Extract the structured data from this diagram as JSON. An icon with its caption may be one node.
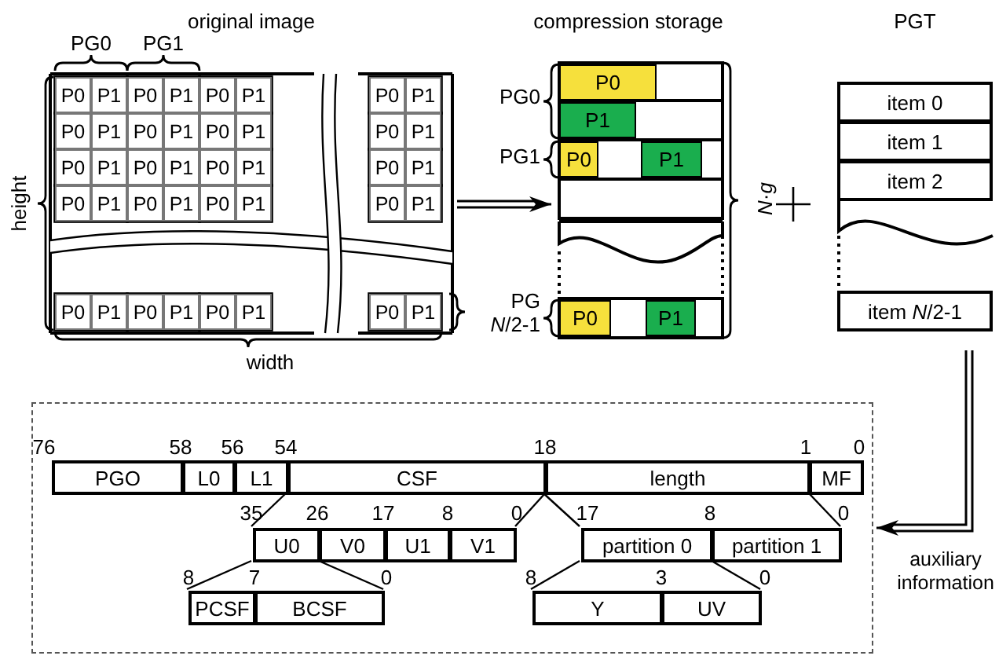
{
  "diagram": {
    "nodes": [
      {
        "text": [
          "original image"
        ]
      },
      {
        "text": [
          "compression storage"
        ]
      },
      {
        "text": [
          "P0"
        ],
        "in": 1
      },
      {
        "text": [
          "P1"
        ],
        "in": 1
      },
      {
        "text": [
          "P0"
        ],
        "in": 1
      },
      {
        "text": [
          "P1"
        ],
        "in": 1
      },
      {
        "text": [
          "P0"
        ],
        "in": 1
      },
      {
        "text": [
          "P1"
        ],
        "in": 1
      },
      {
        "text": [
          "PGT"
        ]
      },
      {
        "text": [
          "item 0"
        ],
        "in": 8
      },
      {
        "text": [
          "item 1"
        ],
        "in": 8
      },
      {
        "text": [
          "item 2"
        ],
        "in": 8
      },
      {
        "text": [
          "item *N*/2-1"
        ],
        "in": 8
      },
      {
        "text": [],
        "shape": "box",
        "beside": [
          "auxiliary information"
        ]
      },
      {
        "text": [
          "PGO"
        ],
        "in": 13
      },
      {
        "text": [
          "L0"
        ],
        "in": 13
      },
      {
        "text": [
          "L1"
        ],
        "in": 13
      },
      {
        "text": [
          "CSF"
        ],
        "in": 13
      },
      {
        "text": [
          "length"
        ],
        "in": 13
      },
      {
        "text": [
          "MF"
        ],
        "in": 13
      },
      {
        "text": [
          "U0"
        ],
        "in": 13
      },
      {
        "text": [
          "V0"
        ],
        "in": 13
      },
      {
        "text": [
          "U1"
        ],
        "in": 13
      },
      {
        "text": [
          "V1"
        ],
        "in": 13
      },
      {
        "text": [
          "partition 0"
        ],
        "in": 13
      },
      {
        "text": [
          "partition 1"
        ],
        "in": 13
      },
      {
        "text": [
          "PCSF"
        ],
        "in": 13
      },
      {
        "text": [
          "BCSF"
        ],
        "in": 13
      },
      {
        "text": [
          "Y"
        ],
        "in": 13
      },
      {
        "text": [
          "UV"
        ],
        "in": 13
      }
    ],
    "edges": [
      {
        "from": 0,
        "to": 1,
        "arrow": "to"
      },
      {
        "from": 8,
        "to": 13,
        "arrow": "to"
      },
      {
        "from": 17,
        "to": 20,
        "arrow": "none"
      },
      {
        "from": 17,
        "to": 23,
        "arrow": "none"
      },
      {
        "from": 18,
        "to": 24,
        "arrow": "none"
      },
      {
        "from": 18,
        "to": 25,
        "arrow": "none"
      },
      {
        "from": 20,
        "to": 26,
        "arrow": "none"
      },
      {
        "from": 20,
        "to": 27,
        "arrow": "none"
      },
      {
        "from": 24,
        "to": 28,
        "arrow": "none"
      },
      {
        "from": 24,
        "to": 29,
        "arrow": "none"
      }
    ],
    "labels": [
      "PG0",
      "PG1",
      "P0",
      "P1",
      "P0",
      "P1",
      "P0",
      "P1",
      "P0",
      "P1",
      "P0",
      "P1",
      "P0",
      "P1",
      "P0",
      "P1",
      "P0",
      "P1",
      "P0",
      "P1",
      "P0",
      "P1",
      "P0",
      "P1",
      "P0",
      "P1",
      "P0",
      "P1",
      "P0",
      "P1",
      "P0",
      "P1",
      "P0",
      "P1",
      "height",
      "P0",
      "P1",
      "P0",
      "P1",
      "P0",
      "P1",
      "P0",
      "P1",
      "width",
      "PG0",
      "PG1",
      "PG *N*/2-1",
      "*N*·*g*",
      "76",
      "58",
      "56",
      "54",
      "18",
      "1",
      "0",
      "35",
      "26",
      "17",
      "8",
      "0",
      "17",
      "8",
      "0",
      "8",
      "7",
      "0",
      "8",
      "3",
      "0"
    ]
  }
}
